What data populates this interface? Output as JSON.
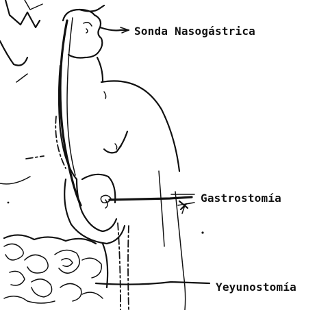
{
  "labels": {
    "nasogastric_tube": "Sonda Nasogástrica",
    "gastrostomy": "Gastrostomía",
    "jejunostomy": "Yeyunostomía"
  },
  "colors": {
    "ink": "#111111",
    "background": "#ffffff"
  }
}
